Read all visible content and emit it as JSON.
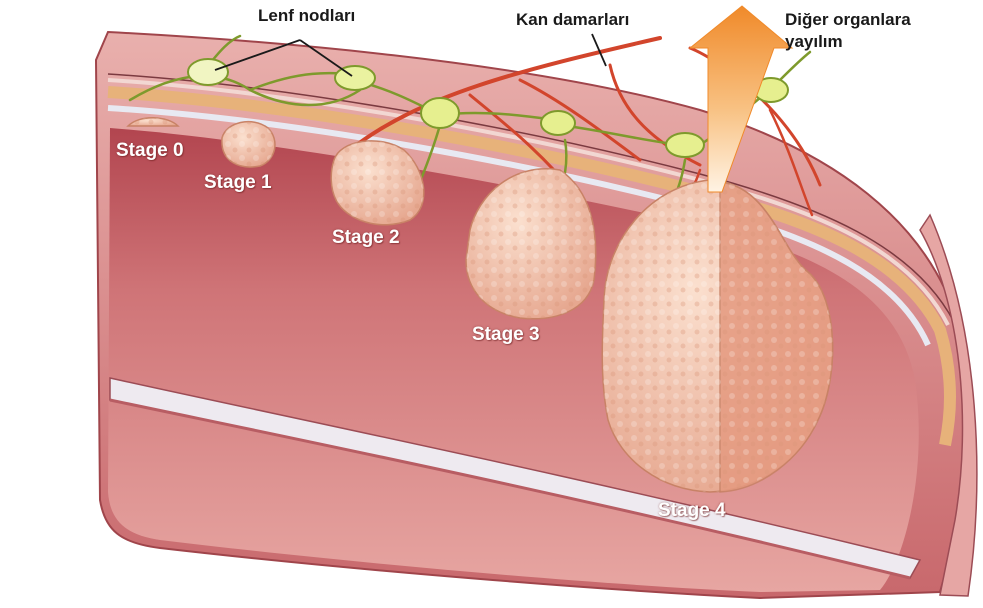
{
  "callouts": {
    "lymph_nodes": "Lenf nodları",
    "blood_vessels": "Kan damarları",
    "spread_line1": "Diğer organlara",
    "spread_line2": "yayılım"
  },
  "stages": [
    "Stage 0",
    "Stage 1",
    "Stage 2",
    "Stage 3",
    "Stage 4"
  ],
  "colors": {
    "tissue": "#c9656b",
    "tissue_dark": "#a8414b",
    "muscle_band": "#e7b27a",
    "tumor": "#f0bba6",
    "lymph_node": "#e6ef8f",
    "vessel": "#d2452c",
    "lymph_vessel": "#7e9a2c",
    "arrow": "#f59a3c"
  }
}
